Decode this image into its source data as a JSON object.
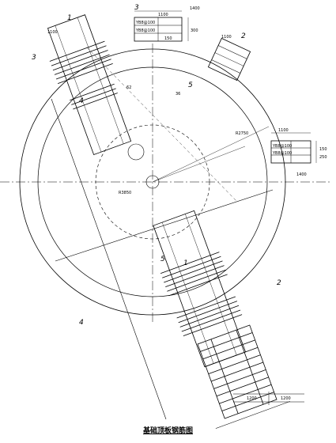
{
  "drawing": {
    "title": "基础顶板钢筋图",
    "section_marks": [
      "1",
      "1",
      "2",
      "2",
      "3",
      "3",
      "4",
      "4",
      "5",
      "5"
    ],
    "dimension_labels": [
      "1100",
      "1100",
      "1100",
      "1100",
      "1400",
      "1400",
      "150",
      "150",
      "250",
      "300",
      "R2750",
      "R3850",
      "62",
      "36"
    ],
    "rebar_tags": [
      "YB8@100",
      "YB8@100",
      "YB8@100",
      "YB8@100"
    ],
    "bottom_dims": [
      "1200",
      "1200"
    ]
  }
}
